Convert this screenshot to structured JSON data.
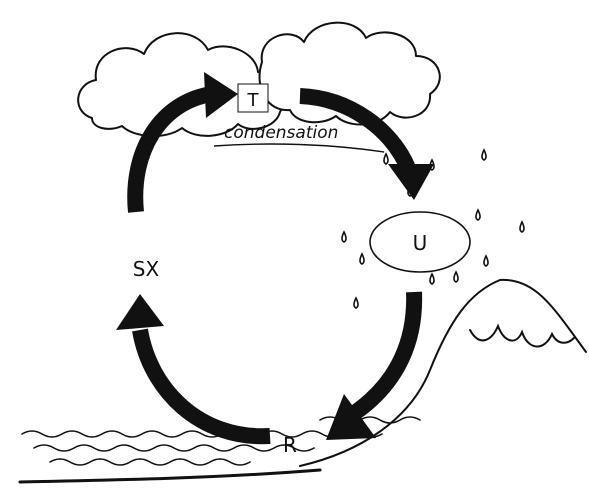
{
  "labels": {
    "top": "T",
    "condensation": "condensation",
    "right": "U",
    "left": "SX",
    "bottom": "R"
  },
  "colors": {
    "ink": "#111111",
    "paper": "#ffffff"
  }
}
